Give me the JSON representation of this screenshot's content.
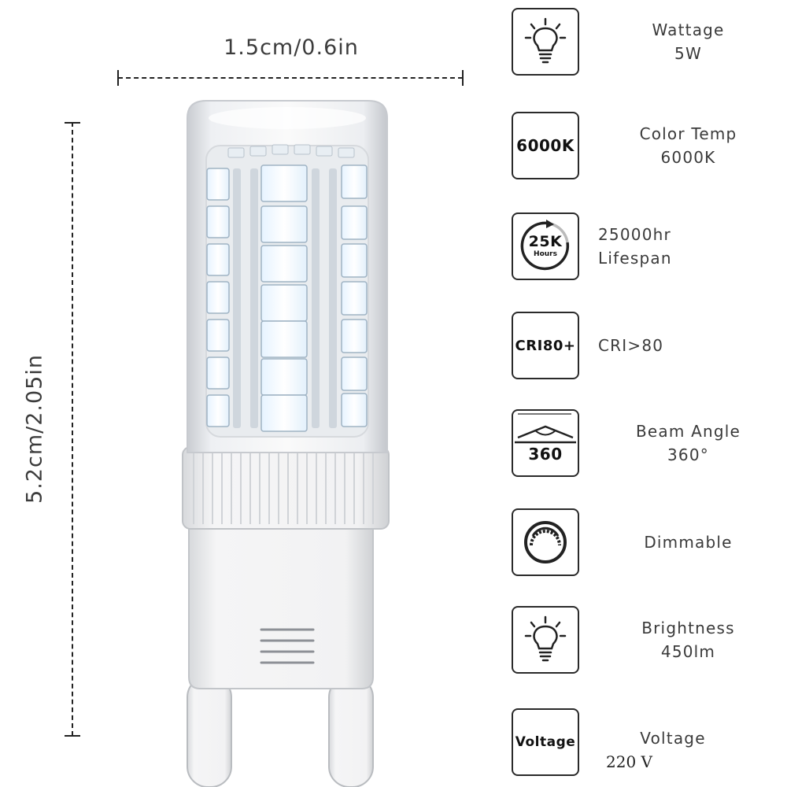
{
  "dimensions": {
    "width_label": "1.5cm/0.6in",
    "height_label": "5.2cm/2.05in"
  },
  "features": [
    {
      "icon": "bulb-icon",
      "title": "Wattage",
      "value": "5W"
    },
    {
      "icon": "color-temp-icon",
      "icon_text": "6000K",
      "title": "Color Temp",
      "value": "6000K"
    },
    {
      "icon": "lifespan-icon",
      "icon_text": "25K",
      "icon_subtext": "Hours",
      "title": "25000hr",
      "value": "Lifespan"
    },
    {
      "icon": "cri-icon",
      "icon_text": "CRI80+",
      "title": "CRI>80"
    },
    {
      "icon": "beam-angle-icon",
      "icon_text": "360",
      "title": "Beam Angle",
      "value": "360°"
    },
    {
      "icon": "dimmable-icon",
      "title": "Dimmable"
    },
    {
      "icon": "bulb-icon",
      "title": "Brightness",
      "value": "450lm"
    },
    {
      "icon": "voltage-icon",
      "icon_text": "Voltage",
      "title": "Voltage",
      "value": "220 V"
    }
  ]
}
